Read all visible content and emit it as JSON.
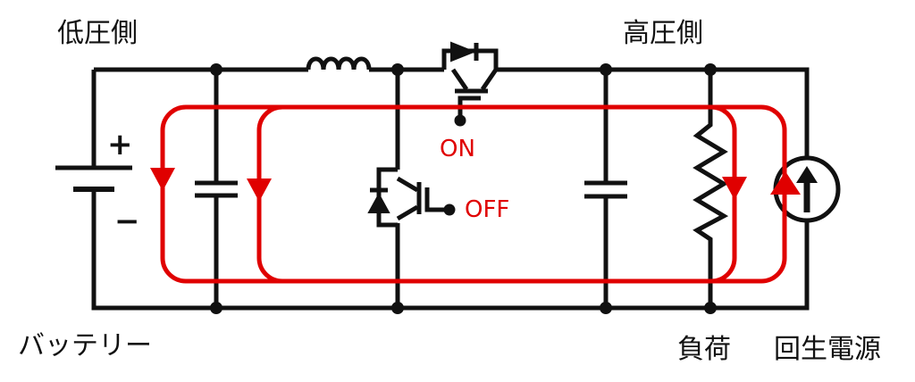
{
  "labels": {
    "low_side": "低圧側",
    "high_side": "高圧側",
    "battery": "バッテリー",
    "load": "負荷",
    "regen_source": "回生電源",
    "upper_switch_state": "ON",
    "lower_switch_state": "OFF",
    "plus": "+",
    "minus": "−"
  },
  "colors": {
    "wire": "#111111",
    "current_path": "#e00000"
  }
}
